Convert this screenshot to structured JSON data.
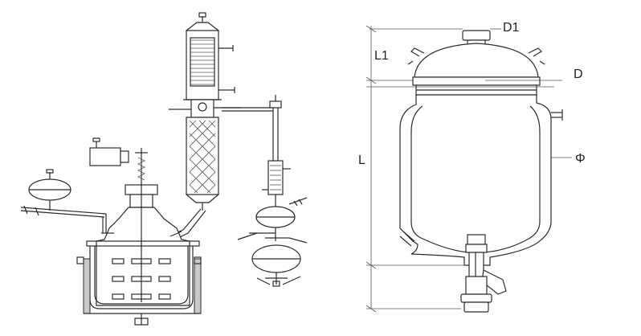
{
  "labels": {
    "d1": "D1",
    "l1": "L1",
    "d": "D",
    "l": "L",
    "phi": "Φ"
  }
}
